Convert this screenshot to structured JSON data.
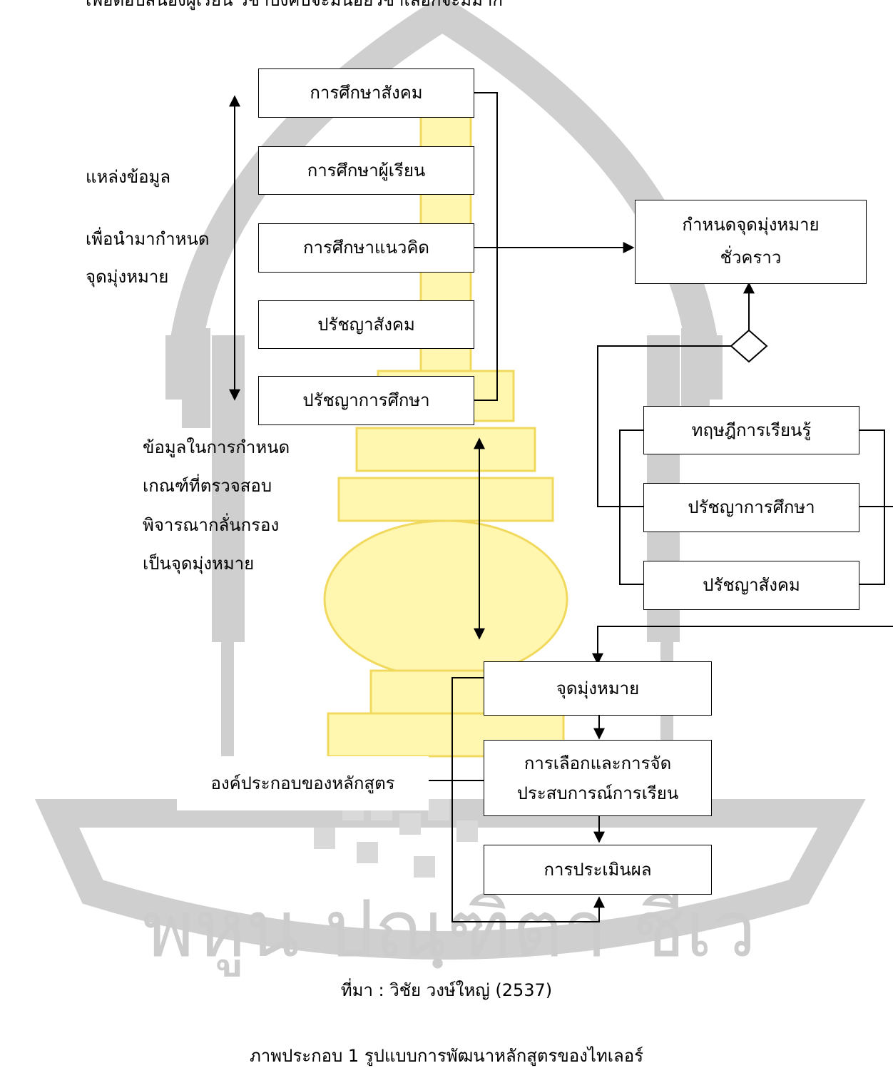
{
  "page": {
    "top_cut_text": "เพื่อตอบสนองผู้เรียน วิชาบังคับจะมีน้อยวิชาเลือกจะมีมาก",
    "source_caption": "ที่มา : วิชัย วงษ์ใหญ่ (2537)",
    "figure_caption": "ภาพประกอบ 1 รูปแบบการพัฒนาหลักสูตรของไทเลอร์"
  },
  "watermark": {
    "text": "พหูน ปณฺฑิตา ชีเว",
    "colors": {
      "gray": "#c8c8c8",
      "yellow": "#fff5a8",
      "yellow_dark": "#f2d74e"
    }
  },
  "sources": {
    "items": [
      "การศึกษาสังคม",
      "การศึกษาผู้เรียน",
      "การศึกษาแนวคิด",
      "ปรัชญาสังคม",
      "ปรัชญาการศึกษา"
    ]
  },
  "left_labels": {
    "source_label": [
      "แหล่งข้อมูล",
      "เพื่อนำมากำหนด",
      "จุดมุ่งหมาย"
    ],
    "criteria_label": [
      "ข้อมูลในการกำหนด",
      "เกณฑ์ที่ตรวจสอบ",
      "พิจารณากลั่นกรอง",
      "เป็นจุดมุ่งหมาย"
    ]
  },
  "temp_objective": {
    "lines": [
      "กำหนดจุดมุ่งหมาย",
      "ชั่วคราว"
    ]
  },
  "filters": {
    "items": [
      "ทฤษฎีการเรียนรู้",
      "ปรัชญาการศึกษา",
      "ปรัชญาสังคม"
    ]
  },
  "components": {
    "label": "องค์ประกอบของหลักสูตร",
    "objective": "จุดมุ่งหมาย",
    "selection": [
      "การเลือกและการจัด",
      "ประสบการณ์การเรียน"
    ],
    "evaluation": "การประเมินผล"
  }
}
